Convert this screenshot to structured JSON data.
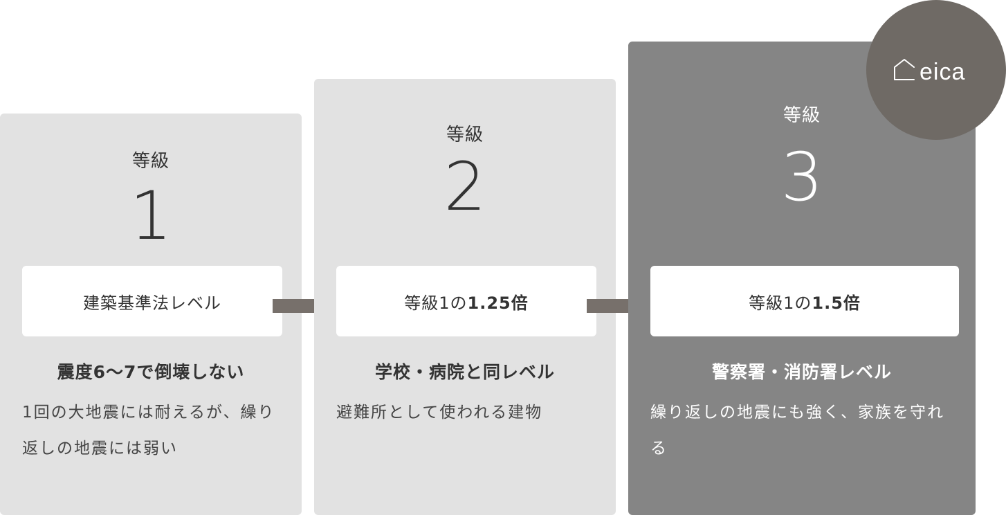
{
  "levels": [
    {
      "grade_label": "等級",
      "grade_number": "1",
      "box_text": "建築基準法レベル",
      "headline": "震度6〜7で倒壊しない",
      "description": "1回の大地震には耐えるが、繰り返しの地震には弱い"
    },
    {
      "grade_label": "等級",
      "grade_number": "2",
      "box_prefix": "等級1の",
      "box_emphasis": "1.25倍",
      "headline": "学校・病院と同レベル",
      "description": "避難所として使われる建物"
    },
    {
      "grade_label": "等級",
      "grade_number": "3",
      "box_prefix": "等級1の",
      "box_emphasis": "1.5倍",
      "headline": "警察署・消防署レベル",
      "description": "繰り返しの地震にも強く、家族を守れる"
    }
  ],
  "logo": {
    "text": "eica",
    "icon": "house-icon"
  },
  "colors": {
    "card_light": "#e2e2e2",
    "card_dark": "#858585",
    "arrow": "#77706b",
    "logo_bg": "#6f6a65"
  }
}
